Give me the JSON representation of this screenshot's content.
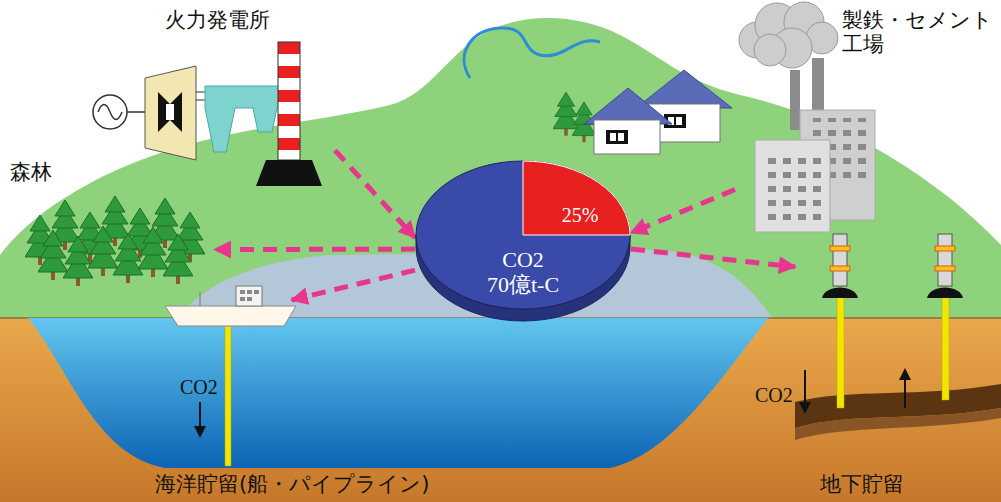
{
  "diagram": {
    "nodes": [
      {
        "text": [
          "火力発電所"
        ]
      },
      {
        "text": [
          "製鉄・セメント 工場"
        ]
      },
      {
        "text": [
          "森林"
        ]
      },
      {
        "text": [
          "25%",
          "CO2 70億t-C"
        ]
      },
      {
        "text": [
          "海洋貯留(船・パイプライン)"
        ]
      },
      {
        "text": [
          "地下貯留"
        ]
      }
    ],
    "edges": [
      {
        "from": 0,
        "to": 3,
        "arrow": "to"
      },
      {
        "from": 1,
        "to": 3,
        "arrow": "to"
      },
      {
        "from": 3,
        "to": 2,
        "arrow": "to"
      },
      {
        "from": 3,
        "to": 4,
        "arrow": "to"
      },
      {
        "from": 3,
        "to": 5,
        "arrow": "to"
      }
    ],
    "labels": [
      "CO2",
      "CO2"
    ]
  }
}
